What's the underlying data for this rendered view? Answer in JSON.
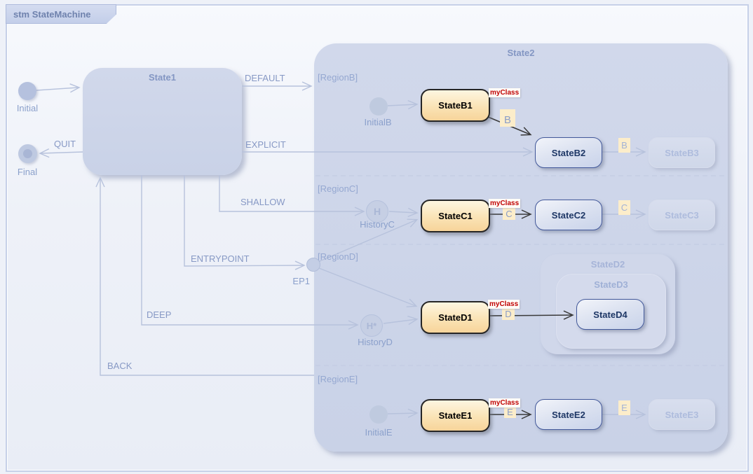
{
  "frame": {
    "title": "stm StateMachine"
  },
  "state1": {
    "title": "State1"
  },
  "state2": {
    "title": "State2"
  },
  "regions": {
    "b": "[RegionB]",
    "c": "[RegionC]",
    "d": "[RegionD]",
    "e": "[RegionE]"
  },
  "pseudostates": {
    "initial": {
      "label": "Initial"
    },
    "final": {
      "label": "Final"
    },
    "initial_b": {
      "label": "InitialB"
    },
    "history_c": {
      "label": "HistoryC",
      "glyph": "H"
    },
    "entry_point": {
      "label": "EP1"
    },
    "history_d": {
      "label": "HistoryD",
      "glyph": "H*"
    },
    "initial_e": {
      "label": "InitialE"
    }
  },
  "states": {
    "b1": "StateB1",
    "b2": "StateB2",
    "b3": "StateB3",
    "c1": "StateC1",
    "c2": "StateC2",
    "c3": "StateC3",
    "d1": "StateD1",
    "d2": "StateD2",
    "d3": "StateD3",
    "d4": "StateD4",
    "e1": "StateE1",
    "e2": "StateE2",
    "e3": "StateE3"
  },
  "stereotype": "myClass",
  "transitions": {
    "default": "DEFAULT",
    "explicit": "EXPLICIT",
    "quit": "QUIT",
    "shallow": "SHALLOW",
    "entrypoint": "ENTRYPOINT",
    "deep": "DEEP",
    "back": "BACK"
  },
  "triggers": {
    "b_out": "B",
    "b_next": "B",
    "c_out": "C",
    "c_next": "C",
    "d_out": "D",
    "e_out": "E",
    "e_next": "E"
  },
  "colors": {
    "canvas_bg": "#eef1f8",
    "frame_border": "#c6d0e8",
    "composite_fill": "#cdd5e9",
    "composite_title": "#8396c3",
    "region_label": "#95a8d1",
    "active_state_fill": "#f7d49a",
    "active_state_border": "#262626",
    "target_state_border": "#42589a",
    "target_state_text": "#1e3766",
    "ghost_text": "#aebcdd",
    "stereotype_text": "#c00000",
    "trigger_bg": "#fcedca",
    "connector_faint": "#b7c2dc",
    "connector_dark": "#3a3a3a",
    "connector_label": "#8799c5"
  }
}
